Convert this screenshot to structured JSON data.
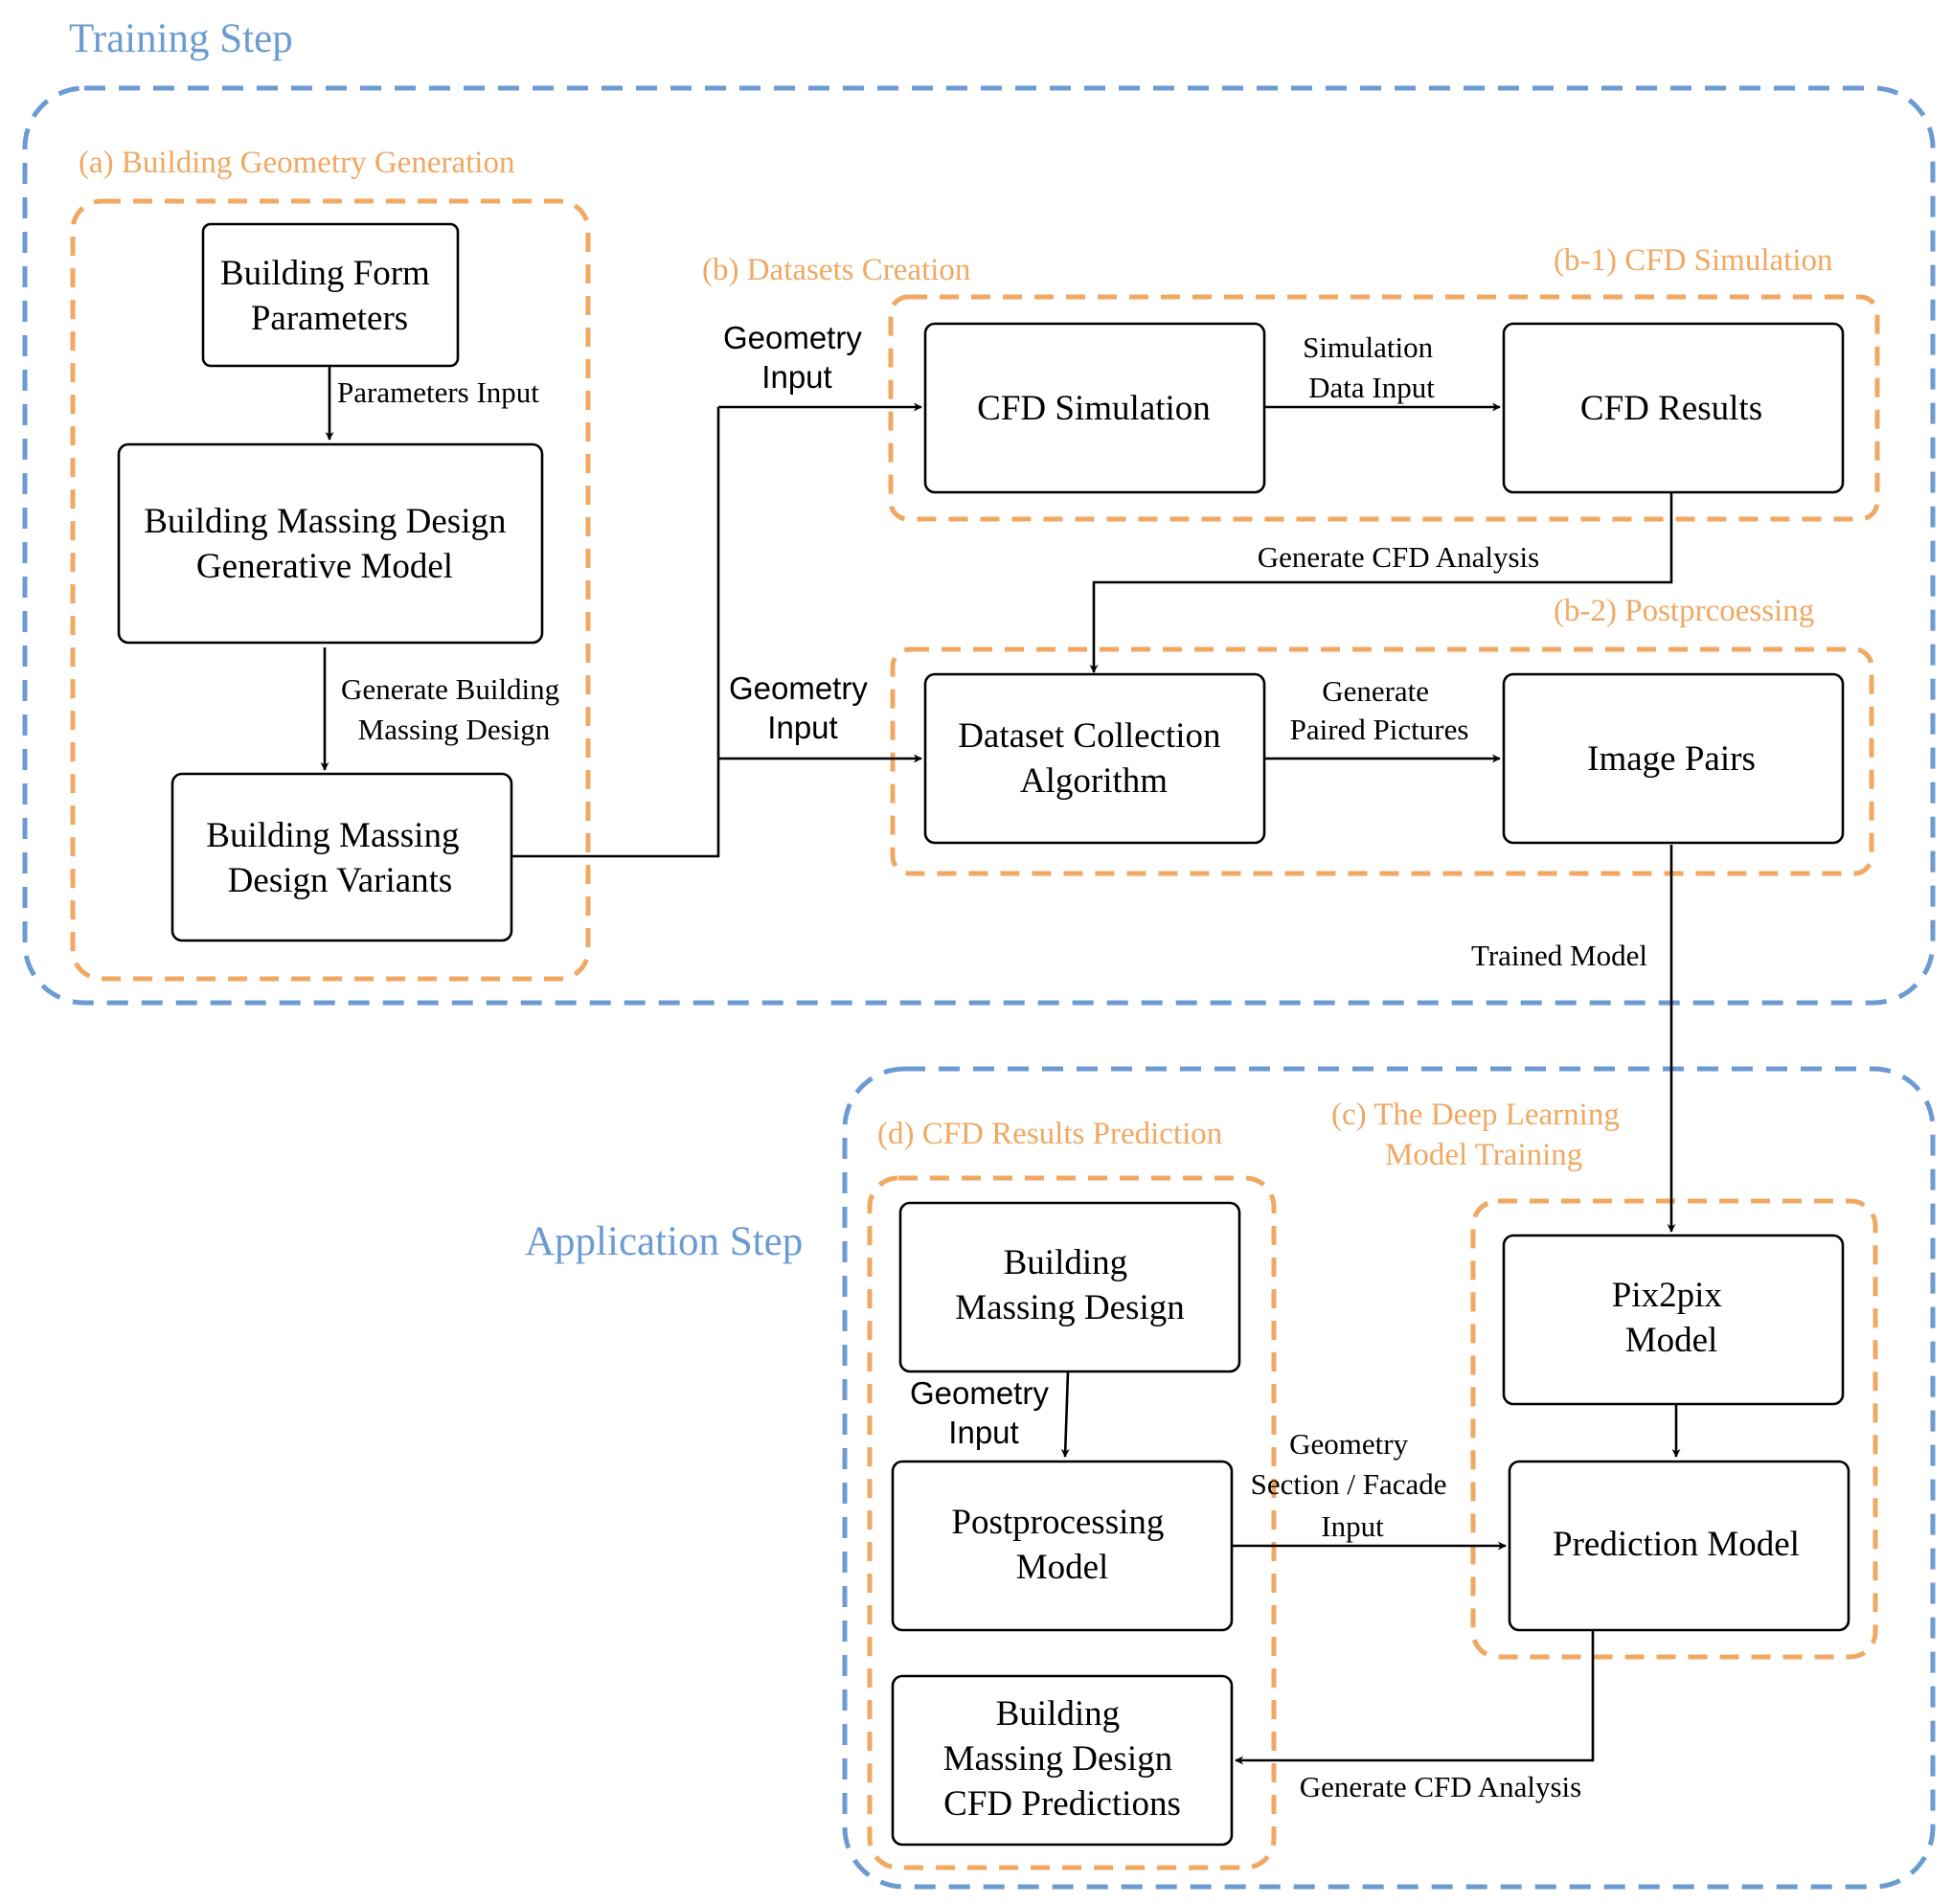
{
  "colors": {
    "step_blue": "#6b9bd2",
    "section_orange": "#f0a862",
    "line_black": "#000000",
    "background": "#ffffff"
  },
  "steps": {
    "training": "Training Step",
    "application": "Application Step"
  },
  "sections": {
    "a": "(a)  Building Geometry Generation",
    "b": "(b)  Datasets Creation",
    "b1": "(b-1)  CFD Simulation",
    "b2": "(b-2)  Postprcoessing",
    "c_line1": "(c)  The Deep Learning",
    "c_line2": "Model Training",
    "d": "(d)  CFD Results Prediction"
  },
  "nodes": {
    "form_params": [
      "Building Form",
      "Parameters"
    ],
    "generative_model": [
      "Building Massing Design",
      "Generative Model"
    ],
    "variants": [
      "Building Massing",
      "Design Variants"
    ],
    "cfd_simulation": [
      "CFD Simulation"
    ],
    "cfd_results": [
      "CFD Results"
    ],
    "dataset_algorithm": [
      "Dataset Collection",
      "Algorithm"
    ],
    "image_pairs": [
      "Image Pairs"
    ],
    "pix2pix": [
      "Pix2pix",
      "Model"
    ],
    "prediction_model": [
      "Prediction Model"
    ],
    "massing_design": [
      "Building",
      "Massing Design"
    ],
    "postprocessing_model": [
      "Postprocessing",
      "Model"
    ],
    "cfd_predictions": [
      "Building",
      "Massing Design",
      "CFD Predictions"
    ]
  },
  "edges": {
    "parameters_input": [
      "Parameters Input"
    ],
    "generate_building": [
      "Generate Building",
      "Massing Design"
    ],
    "geometry_input_top": [
      "Geometry",
      "Input"
    ],
    "geometry_input_mid": [
      "Geometry",
      "Input"
    ],
    "simulation_data": [
      "Simulation",
      "Data Input"
    ],
    "generate_cfd_top": [
      "Generate CFD Analysis"
    ],
    "generate_paired": [
      "Generate",
      "Paired Pictures"
    ],
    "trained_model": [
      "Trained Model"
    ],
    "geometry_input_app": [
      "Geometry",
      "Input"
    ],
    "geometry_section": [
      "Geometry",
      "Section / Facade",
      "Input"
    ],
    "generate_cfd_bottom": [
      "Generate CFD Analysis"
    ]
  }
}
